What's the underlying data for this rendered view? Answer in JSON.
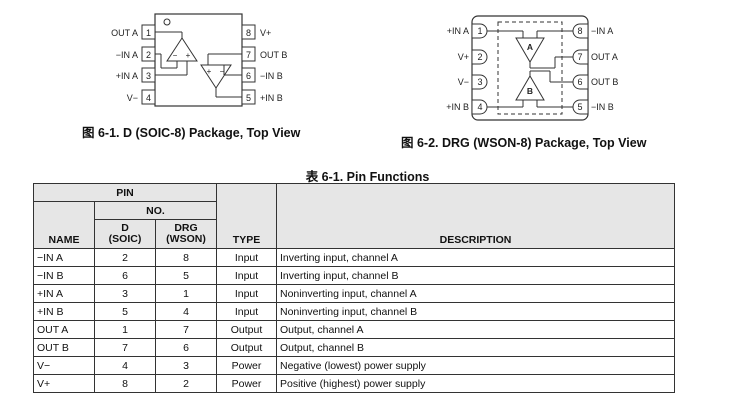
{
  "figure1": {
    "caption": "图 6-1. D (SOIC-8) Package, Top View",
    "left_pins": [
      {
        "num": "1",
        "name": "OUT A"
      },
      {
        "num": "2",
        "name": "−IN A"
      },
      {
        "num": "3",
        "name": "+IN A"
      },
      {
        "num": "4",
        "name": "V−"
      }
    ],
    "right_pins": [
      {
        "num": "8",
        "name": "V+"
      },
      {
        "num": "7",
        "name": "OUT B"
      },
      {
        "num": "6",
        "name": "−IN B"
      },
      {
        "num": "5",
        "name": "+IN B"
      }
    ],
    "minus_sign": "−",
    "plus_sign": "+"
  },
  "figure2": {
    "caption": "图 6-2. DRG (WSON-8) Package, Top View",
    "left_pins": [
      {
        "num": "1",
        "name": "+IN A"
      },
      {
        "num": "2",
        "name": "V+"
      },
      {
        "num": "3",
        "name": "V−"
      },
      {
        "num": "4",
        "name": "+IN B"
      }
    ],
    "right_pins": [
      {
        "num": "8",
        "name": "−IN A"
      },
      {
        "num": "7",
        "name": "OUT A"
      },
      {
        "num": "6",
        "name": "OUT B"
      },
      {
        "num": "5",
        "name": "−IN B"
      }
    ],
    "amp_a_label": "A",
    "amp_b_label": "B"
  },
  "table": {
    "title": "表 6-1. Pin Functions",
    "headers": {
      "pin": "PIN",
      "no": "NO.",
      "name": "NAME",
      "d": "D",
      "d_sub": "(SOIC)",
      "drg": "DRG",
      "drg_sub": "(WSON)",
      "type": "TYPE",
      "description": "DESCRIPTION"
    },
    "rows": [
      {
        "name": "−IN A",
        "d": "2",
        "drg": "8",
        "type": "Input",
        "description": "Inverting input, channel A"
      },
      {
        "name": "−IN B",
        "d": "6",
        "drg": "5",
        "type": "Input",
        "description": "Inverting input, channel B"
      },
      {
        "name": "+IN A",
        "d": "3",
        "drg": "1",
        "type": "Input",
        "description": "Noninverting input, channel A"
      },
      {
        "name": "+IN B",
        "d": "5",
        "drg": "4",
        "type": "Input",
        "description": "Noninverting input, channel B"
      },
      {
        "name": "OUT A",
        "d": "1",
        "drg": "7",
        "type": "Output",
        "description": "Output, channel A"
      },
      {
        "name": "OUT B",
        "d": "7",
        "drg": "6",
        "type": "Output",
        "description": "Output, channel B"
      },
      {
        "name": "V−",
        "d": "4",
        "drg": "3",
        "type": "Power",
        "description": "Negative (lowest) power supply"
      },
      {
        "name": "V+",
        "d": "8",
        "drg": "2",
        "type": "Power",
        "description": "Positive (highest) power supply"
      }
    ]
  }
}
